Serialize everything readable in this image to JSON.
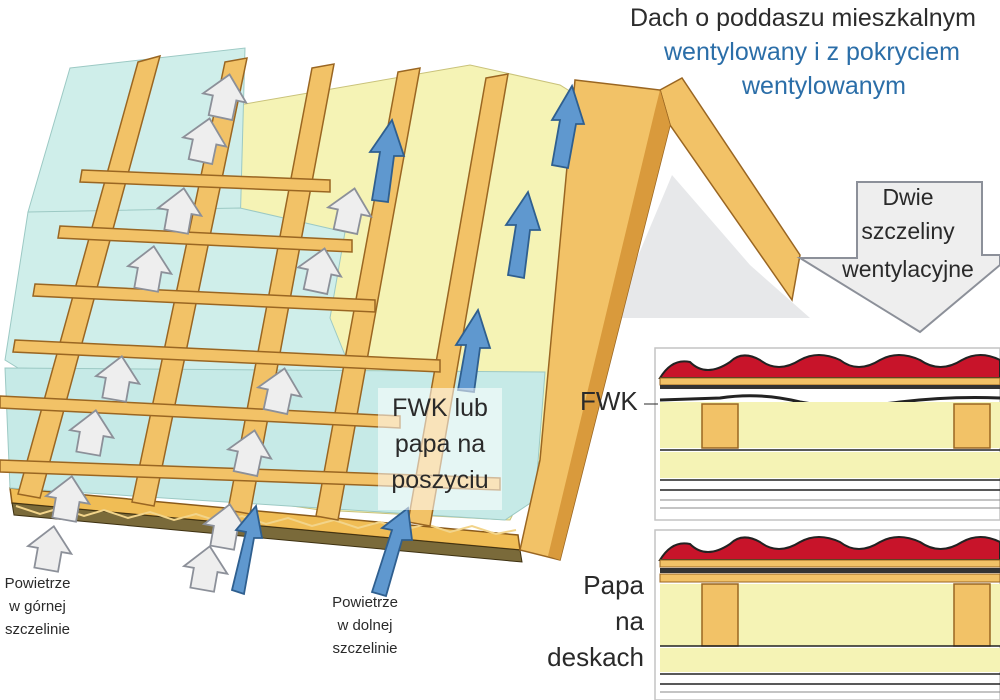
{
  "title": {
    "line1": "Dach o poddaszu mieszkalnym",
    "line2": "wentylowany i z pokryciem",
    "line3": "wentylowanym"
  },
  "gap_arrow": {
    "line1": "Dwie",
    "line2": "szczeliny",
    "line3": "wentylacyjne"
  },
  "callout": {
    "line1": "FWK lub",
    "line2": "papa na",
    "line3": "poszyciu"
  },
  "section_fwk": {
    "label": "FWK"
  },
  "section_papa": {
    "line1": "Papa",
    "line2": "na",
    "line3": "deskach"
  },
  "air_upper": {
    "line1": "Powietrze",
    "line2": "w górnej",
    "line3": "szczelinie"
  },
  "air_lower": {
    "line1": "Powietrze",
    "line2": "w dolnej",
    "line3": "szczelinie"
  },
  "colors": {
    "timber": "#f2c267",
    "timber_dark": "#b37a26",
    "membrane": "#cfeeea",
    "insulation": "#f5f3b5",
    "ventilation_arrow": "#5f98cf",
    "upper_gap_arrow": "#eeeeee",
    "tile_red": "#c8142a"
  }
}
